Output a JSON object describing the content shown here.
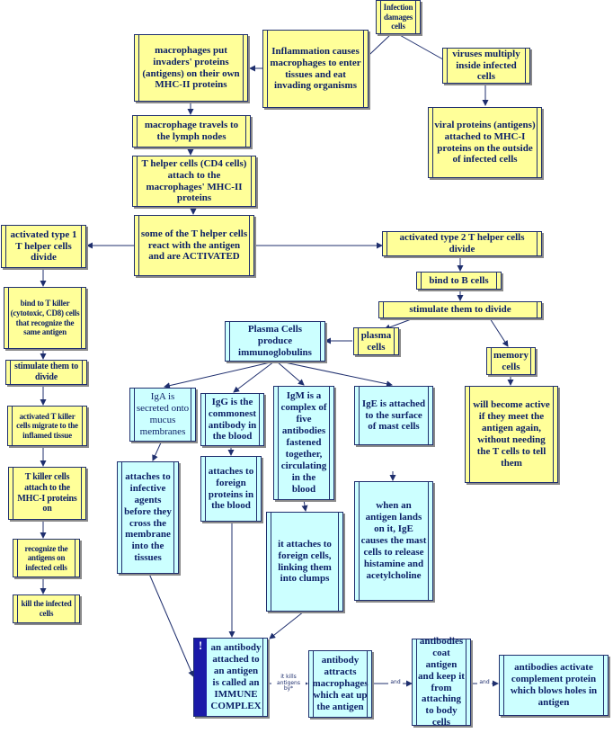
{
  "nodes": {
    "infection": "Infection damages cells",
    "inflammation": "Inflammation causes macrophages to enter tissues and eat invading organisms",
    "macrophages_put": "macrophages put invaders' proteins (antigens) on their own MHC-II proteins",
    "viruses_multiply": "viruses multiply inside infected cells",
    "viral_proteins": "viral proteins (antigens) attached to MHC-I proteins on the outside of infected cells",
    "macrophage_travels": "macrophage travels to the lymph nodes",
    "t_helper_attach": "T helper cells (CD4 cells) attach to the macrophages' MHC-II proteins",
    "some_t_helper": "some of the T helper cells react with the antigen and are ACTIVATED",
    "activated_type1": "activated type 1 T helper cells divide",
    "activated_type2": "activated type 2 T helper cells divide",
    "bind_b": "bind to B cells",
    "stimulate_divide_b": "stimulate them to divide",
    "bind_t_killer": "bind to T killer (cytotoxic, CD8) cells that recognize the same antigen",
    "stimulate_divide_t": "stimulate them to divide",
    "activated_t_killer": "activated T killer cells migrate to the inflamed tissue",
    "t_killer_attach": "T killer cells attach to the MHC-I proteins on",
    "recognize_antigens": "recognize the antigens on infected cells",
    "kill_infected": "kill the infected cells",
    "plasma_cells_produce": "Plasma Cells produce immunoglobulins",
    "plasma_cells": "plasma cells",
    "memory_cells": "memory cells",
    "will_become_active": "will become active if they meet the antigen again, without needing the T cells to tell them",
    "iga": "IgA is secreted onto mucus membranes",
    "igg": "IgG is the commonest antibody in the blood",
    "igm": "IgM is a complex of five antibodies fastened together, circulating in the blood",
    "ige": "IgE is attached to the surface of mast cells",
    "iga_attaches": "attaches to infective agents before they cross the membrane into the tissues",
    "igg_attaches": "attaches to foreign proteins in the blood",
    "igm_attaches": "it attaches to foreign cells, linking them into clumps",
    "ige_antigen": "when an antigen lands on it, IgE causes the mast cells to release histamine and acetylcholine",
    "immune_complex": "an antibody attached to an antigen is called an IMMUNE COMPLEX",
    "antibody_attracts": "antibody attracts macrophages which eat up the antigen",
    "antibodies_coat": "antibodies coat antigen and keep it from attaching to body cells",
    "complement": "antibodies activate complement protein which blows holes in antigen"
  },
  "edge_labels": {
    "it_kills": "it kills antigens by*",
    "and_1": "and",
    "and_2": "and"
  },
  "alert_glyph": "!",
  "colors": {
    "yellow_box": "#ffff99",
    "cyan_box": "#ccffff",
    "line": "#1f2f6e",
    "text": "#0b1f66",
    "alert": "#1a1aa8"
  }
}
